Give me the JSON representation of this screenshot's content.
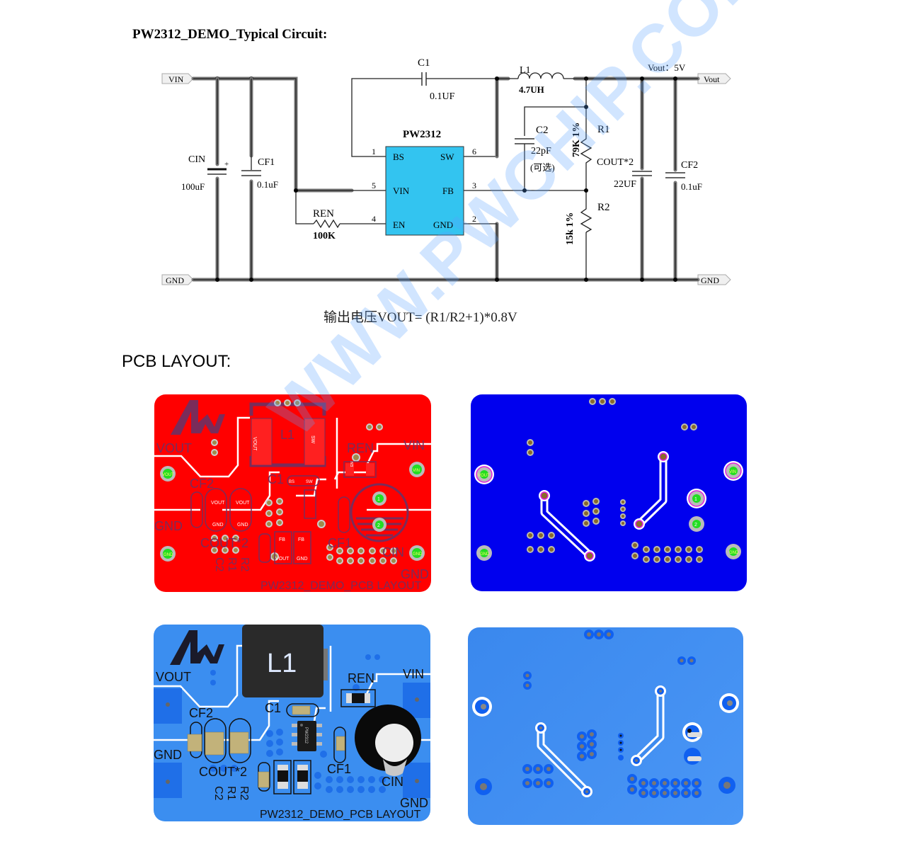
{
  "document": {
    "title": "PW2312_DEMO_Typical Circuit:",
    "formula": "输出电压VOUT= (R1/R2+1)*0.8V",
    "pcb_heading": "PCB LAYOUT:",
    "watermark": "WWW.PWCHIP.COM"
  },
  "schematic": {
    "ports": {
      "vin": "VIN",
      "gnd_left": "GND",
      "vout": "Vout",
      "gnd_right": "GND"
    },
    "vout_label": "Vout：5V",
    "ic": {
      "name": "PW2312",
      "color": "#33c4f0",
      "pins": [
        {
          "num": "1",
          "name": "BS"
        },
        {
          "num": "5",
          "name": "VIN"
        },
        {
          "num": "4",
          "name": "EN"
        },
        {
          "num": "6",
          "name": "SW"
        },
        {
          "num": "3",
          "name": "FB"
        },
        {
          "num": "2",
          "name": "GND"
        }
      ]
    },
    "components": {
      "c1": {
        "ref": "C1",
        "value": "0.1UF"
      },
      "l1": {
        "ref": "L1",
        "value": "4.7UH"
      },
      "c2": {
        "ref": "C2",
        "value": "22pF",
        "note": "(可选)"
      },
      "r1": {
        "ref": "R1",
        "value": "79K 1%"
      },
      "r2": {
        "ref": "R2",
        "value": "15k 1%"
      },
      "cout": {
        "ref": "COUT*2",
        "value": "22UF"
      },
      "cf2": {
        "ref": "CF2",
        "value": "0.1uF"
      },
      "cin": {
        "ref": "CIN",
        "value": "100uF",
        "polarity": "+"
      },
      "cf1": {
        "ref": "CF1",
        "value": "0.1uF"
      },
      "ren": {
        "ref": "REN",
        "value": "100K"
      }
    }
  },
  "pcb": {
    "top_copper": {
      "color": "#ff0000",
      "labels": {
        "vout": "VOUT",
        "gnd": "GND",
        "vin": "VIN",
        "gnd_r": "GND",
        "cf2": "CF2",
        "cout": "COUT*2",
        "c2": "C2",
        "r1": "R1",
        "r2": "R2",
        "l1": "L1",
        "c1": "C1",
        "ren": "REN",
        "cf1": "CF1",
        "cin": "CIN",
        "footer": "PW2312_DEMO_PCB LAYOUT",
        "pad_vout": "VOUT",
        "pad_gnd": "GND",
        "pad_vin": "VIN",
        "pad_sw": "SW",
        "pad_bs": "BS",
        "pad_en": "EN",
        "pad_fb": "FB",
        "pin1": "1",
        "pin2": "2"
      }
    },
    "bottom_copper": {
      "color": "#0000ee",
      "labels": {
        "pad_vout": "VOUT",
        "pad_gnd": "GND",
        "pad_vin": "VIN",
        "pin1": "1",
        "pin2": "2"
      }
    },
    "top_3d": {
      "color": "#3b8ef0",
      "labels": {
        "vout": "VOUT",
        "gnd": "GND",
        "vin": "VIN",
        "gnd_r": "GND",
        "cf2": "CF2",
        "cout": "COUT*2",
        "c2": "C2",
        "r1": "R1",
        "r2": "R2",
        "l1": "L1",
        "c1": "C1",
        "ren": "REN",
        "cf1": "CF1",
        "cin": "CIN",
        "ic": "PW2312",
        "footer": "PW2312_DEMO_PCB LAYOUT"
      }
    },
    "bottom_3d": {
      "color": "#4490f2"
    }
  }
}
